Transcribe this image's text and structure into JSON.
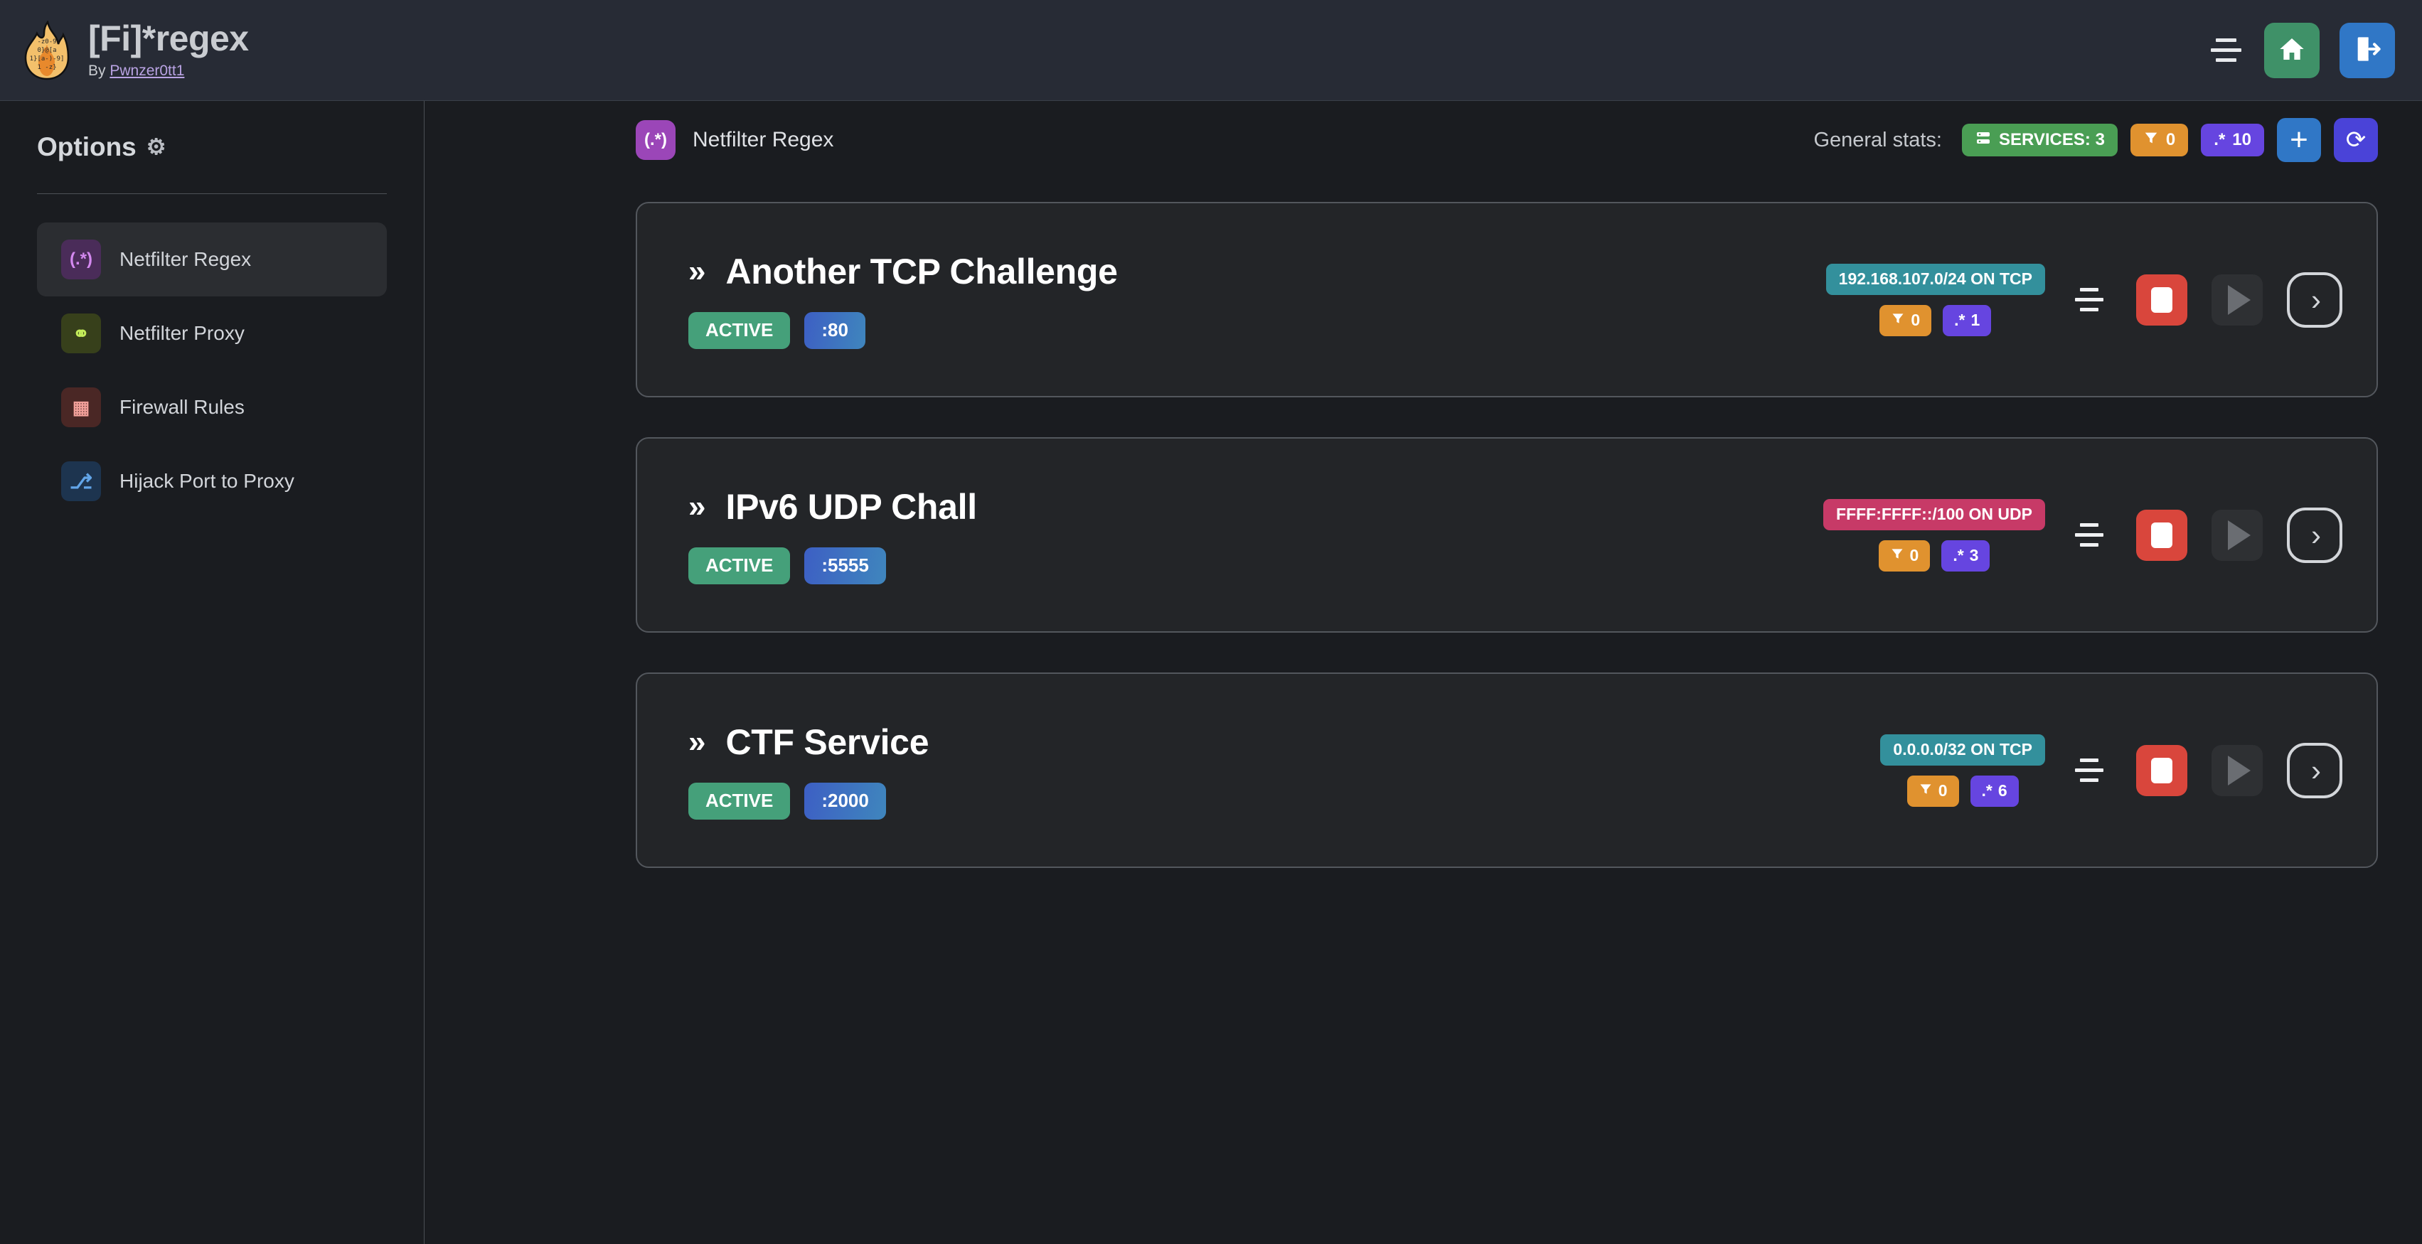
{
  "header": {
    "logo_icon": "flame-regex-logo",
    "title": "[Fi]*regex",
    "by_prefix": "By ",
    "author": "Pwnzer0tt1",
    "menu_icon": "hamburger-menu-icon",
    "home_icon": "home-icon",
    "logout_icon": "logout-icon"
  },
  "sidebar": {
    "heading": "Options",
    "gear_icon": "gear-icon",
    "items": [
      {
        "label": "Netfilter Regex",
        "icon_glyph": "(.*)",
        "icon_name": "regex-icon",
        "active": true
      },
      {
        "label": "Netfilter Proxy",
        "icon_glyph": "⚭",
        "icon_name": "proxy-plug-icon",
        "active": false
      },
      {
        "label": "Firewall Rules",
        "icon_glyph": "▦",
        "icon_name": "brick-wall-icon",
        "active": false
      },
      {
        "label": "Hijack Port to Proxy",
        "icon_glyph": "⎇",
        "icon_name": "route-split-icon",
        "active": false
      }
    ]
  },
  "main": {
    "page_icon_glyph": "(.*)",
    "page_title": "Netfilter Regex",
    "stats_label": "General stats:",
    "stats": [
      {
        "name": "services-count",
        "icon": "server-icon",
        "glyph": "☷",
        "text": "SERVICES: 3",
        "color": "#4a9e54"
      },
      {
        "name": "filters-count",
        "icon": "funnel-icon",
        "glyph": "▼",
        "text": "0",
        "color": "#e0922f"
      },
      {
        "name": "regexes-count",
        "icon": "regex-icon",
        "glyph": ".*",
        "text": "10",
        "color": "#6645e0"
      }
    ],
    "add_label": "+",
    "add_icon": "plus-icon",
    "refresh_label": "⟳",
    "refresh_icon": "refresh-icon"
  },
  "services": [
    {
      "chevron": "»",
      "name": "Another TCP Challenge",
      "status": "ACTIVE",
      "port": ":80",
      "network": "192.168.107.0/24 ON TCP",
      "network_kind": "tcp",
      "filters": "0",
      "regexes": "1",
      "menu_icon": "service-menu-icon",
      "stop_icon": "stop-icon",
      "play_icon": "play-icon",
      "next_icon": "chevron-right-icon"
    },
    {
      "chevron": "»",
      "name": "IPv6 UDP Chall",
      "status": "ACTIVE",
      "port": ":5555",
      "network": "FFFF:FFFF::/100 ON UDP",
      "network_kind": "udp",
      "filters": "0",
      "regexes": "3",
      "menu_icon": "service-menu-icon",
      "stop_icon": "stop-icon",
      "play_icon": "play-icon",
      "next_icon": "chevron-right-icon"
    },
    {
      "chevron": "»",
      "name": "CTF Service",
      "status": "ACTIVE",
      "port": ":2000",
      "network": "0.0.0.0/32 ON TCP",
      "network_kind": "tcp",
      "filters": "0",
      "regexes": "6",
      "menu_icon": "service-menu-icon",
      "stop_icon": "stop-icon",
      "play_icon": "play-icon",
      "next_icon": "chevron-right-icon"
    }
  ],
  "colors": {
    "page_bg": "#1a1c20",
    "header_bg": "#272b35",
    "card_bg": "#232528",
    "card_border": "#53575d",
    "accent_green": "#45a07a",
    "accent_orange": "#e0922f",
    "accent_purple": "#6645e0",
    "accent_blue": "#3077c6",
    "accent_red": "#d9463c",
    "accent_teal": "#33909c",
    "accent_pink": "#c73a67"
  }
}
